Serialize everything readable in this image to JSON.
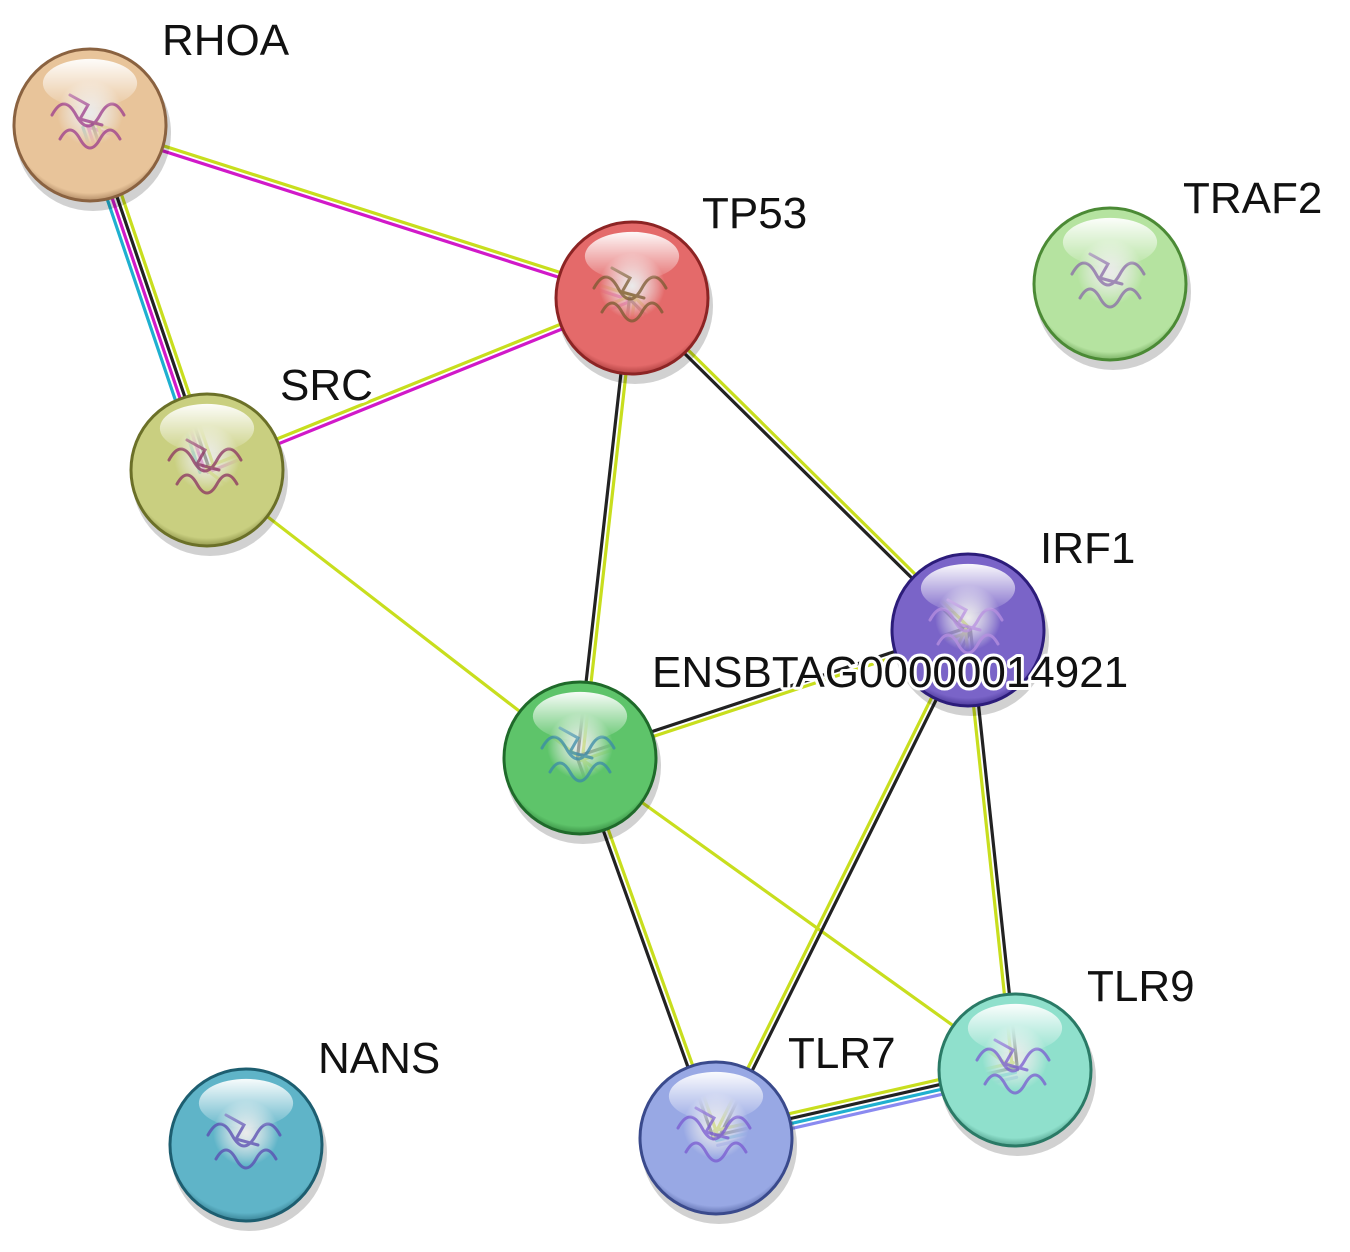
{
  "diagram": {
    "type": "protein-interaction-network",
    "nodes": [
      {
        "id": "RHOA",
        "label": "RHOA",
        "color": "#e8c49a",
        "dark": "#8a6240",
        "glyph": "#9b3b8c"
      },
      {
        "id": "TP53",
        "label": "TP53",
        "color": "#e46a6a",
        "dark": "#8c2424",
        "glyph": "#7a5a30"
      },
      {
        "id": "TRAF2",
        "label": "TRAF2",
        "color": "#b5e3a0",
        "dark": "#4b8a35",
        "glyph": "#8a6aa8"
      },
      {
        "id": "SRC",
        "label": "SRC",
        "color": "#c9cf80",
        "dark": "#6b7028",
        "glyph": "#8a3060"
      },
      {
        "id": "IRF1",
        "label": "IRF1",
        "color": "#7a64c8",
        "dark": "#2c1c7a",
        "glyph": "#b890e0"
      },
      {
        "id": "ENSBTAG",
        "label": "ENSBTAG00000014921",
        "color": "#5ec46a",
        "dark": "#1f6a2a",
        "glyph": "#3a8aa8"
      },
      {
        "id": "TLR9",
        "label": "TLR9",
        "color": "#8fe0cc",
        "dark": "#2a7a66",
        "glyph": "#7a5ad0"
      },
      {
        "id": "TLR7",
        "label": "TLR7",
        "color": "#98a8e4",
        "dark": "#3a4a8c",
        "glyph": "#7a5ad0"
      },
      {
        "id": "NANS",
        "label": "NANS",
        "color": "#5fb4c8",
        "dark": "#1d5e70",
        "glyph": "#5a4ab0"
      }
    ],
    "edges": [
      {
        "source": "RHOA",
        "target": "TP53",
        "colors": [
          "#c8de1e",
          "#d119c9"
        ]
      },
      {
        "source": "RHOA",
        "target": "SRC",
        "colors": [
          "#c8de1e",
          "#222222",
          "#d119c9",
          "#1fb0d0"
        ]
      },
      {
        "source": "SRC",
        "target": "TP53",
        "colors": [
          "#c8de1e",
          "#d119c9"
        ]
      },
      {
        "source": "SRC",
        "target": "ENSBTAG",
        "colors": [
          "#c8de1e"
        ]
      },
      {
        "source": "TP53",
        "target": "ENSBTAG",
        "colors": [
          "#c8de1e",
          "#222222"
        ]
      },
      {
        "source": "TP53",
        "target": "IRF1",
        "colors": [
          "#c8de1e",
          "#222222"
        ]
      },
      {
        "source": "ENSBTAG",
        "target": "IRF1",
        "colors": [
          "#222222",
          "#c8de1e"
        ]
      },
      {
        "source": "ENSBTAG",
        "target": "TLR7",
        "colors": [
          "#c8de1e",
          "#222222"
        ]
      },
      {
        "source": "ENSBTAG",
        "target": "TLR9",
        "colors": [
          "#c8de1e"
        ]
      },
      {
        "source": "IRF1",
        "target": "TLR7",
        "colors": [
          "#222222",
          "#c8de1e"
        ]
      },
      {
        "source": "IRF1",
        "target": "TLR9",
        "colors": [
          "#222222",
          "#c8de1e"
        ]
      },
      {
        "source": "TLR7",
        "target": "TLR9",
        "colors": [
          "#c8de1e",
          "#222222",
          "#1fb0d0",
          "#8a8af0"
        ]
      }
    ]
  }
}
